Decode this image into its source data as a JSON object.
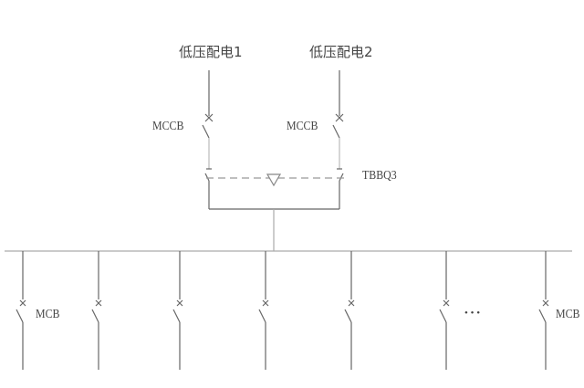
{
  "sources": [
    {
      "label": "低压配电1",
      "breaker": "MCCB"
    },
    {
      "label": "低压配电2",
      "breaker": "MCCB"
    }
  ],
  "transfer_switch": "TBBQ3",
  "feeder_breaker": "MCB",
  "feeder_ellipsis": "• • •",
  "feeder_count": 7,
  "colors": {
    "line": "#666666",
    "light_line": "#aaaaaa"
  }
}
